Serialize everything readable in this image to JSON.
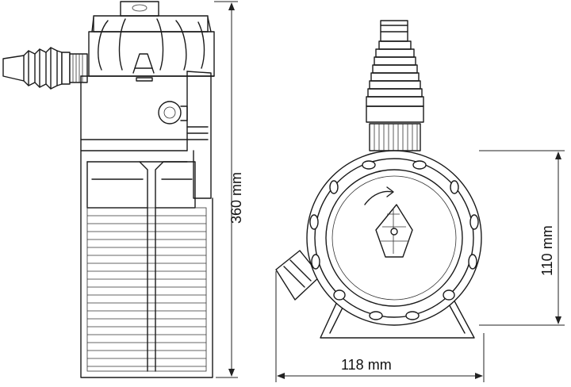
{
  "dimensions": {
    "height_label": "360 mm",
    "diameter_label": "110 mm",
    "width_label": "118 mm"
  }
}
